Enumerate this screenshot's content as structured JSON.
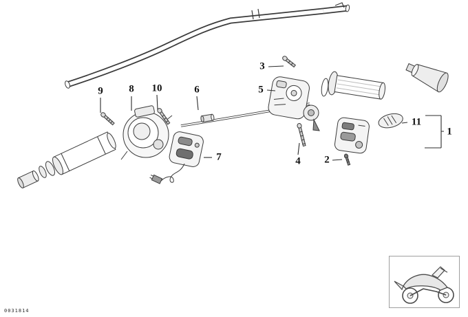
{
  "page": {
    "background": "#ffffff",
    "footer_code": "0031814"
  },
  "diagram": {
    "callouts": [
      {
        "label": "1"
      },
      {
        "label": "2"
      },
      {
        "label": "3"
      },
      {
        "label": "4"
      },
      {
        "label": "5"
      },
      {
        "label": "6"
      },
      {
        "label": "7"
      },
      {
        "label": "8"
      },
      {
        "label": "9"
      },
      {
        "label": "10"
      },
      {
        "label": "11"
      }
    ],
    "colors": {
      "line": "#3a3a3a",
      "background": "#ffffff",
      "thumbnail_border": "#9e9e9e"
    }
  }
}
